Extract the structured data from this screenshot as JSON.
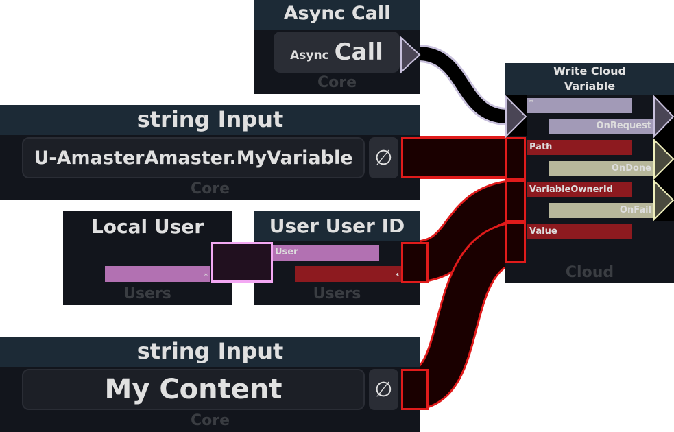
{
  "async_call": {
    "title": "Async Call",
    "button_small": "Async",
    "button_large": "Call",
    "category": "Core"
  },
  "string_input_1": {
    "title": "string Input",
    "value": "U-AmasterAmaster.MyVariable",
    "null_icon": "∅",
    "category": "Core"
  },
  "local_user": {
    "title": "Local User",
    "output_label": "*",
    "category": "Users"
  },
  "user_user_id": {
    "title": "User User ID",
    "input_label": "User",
    "output_label": "*",
    "category": "Users"
  },
  "string_input_2": {
    "title": "string Input",
    "value": "My Content",
    "null_icon": "∅",
    "category": "Core"
  },
  "write_cloud_variable": {
    "title_line1": "Write Cloud",
    "title_line2": "Variable",
    "impulse_in": "*",
    "inputs": [
      "Path",
      "VariableOwnerId",
      "Value"
    ],
    "outputs": [
      "OnRequest",
      "OnDone",
      "OnFail"
    ],
    "category": "Cloud"
  },
  "colors": {
    "string": "#8d1a1f",
    "user": "#b271b2",
    "impulse": "#a29ab7",
    "async": "#b7b79b",
    "header": "#1c2a36",
    "body": "#12151c"
  }
}
